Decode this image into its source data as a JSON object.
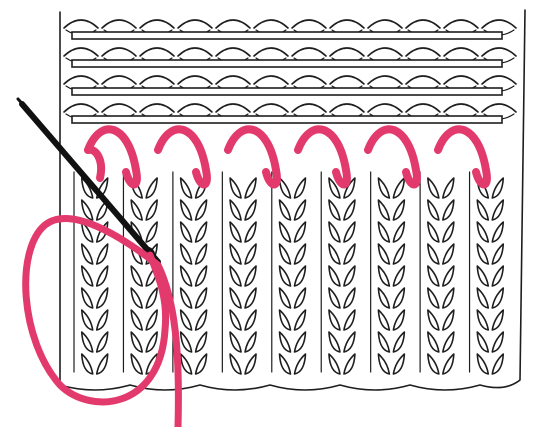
{
  "image": {
    "kind": "knitting-technique-illustration",
    "yarn_color": "#e23a6c",
    "needle_color": "#111111",
    "stitch_outline_color": "#1e1e1e",
    "background_color": "#ffffff",
    "upper_band": {
      "garter_ridges": 4,
      "stitch_columns": 12
    },
    "lower_band": {
      "rib_columns": 9
    },
    "whip_stitches": 6
  }
}
